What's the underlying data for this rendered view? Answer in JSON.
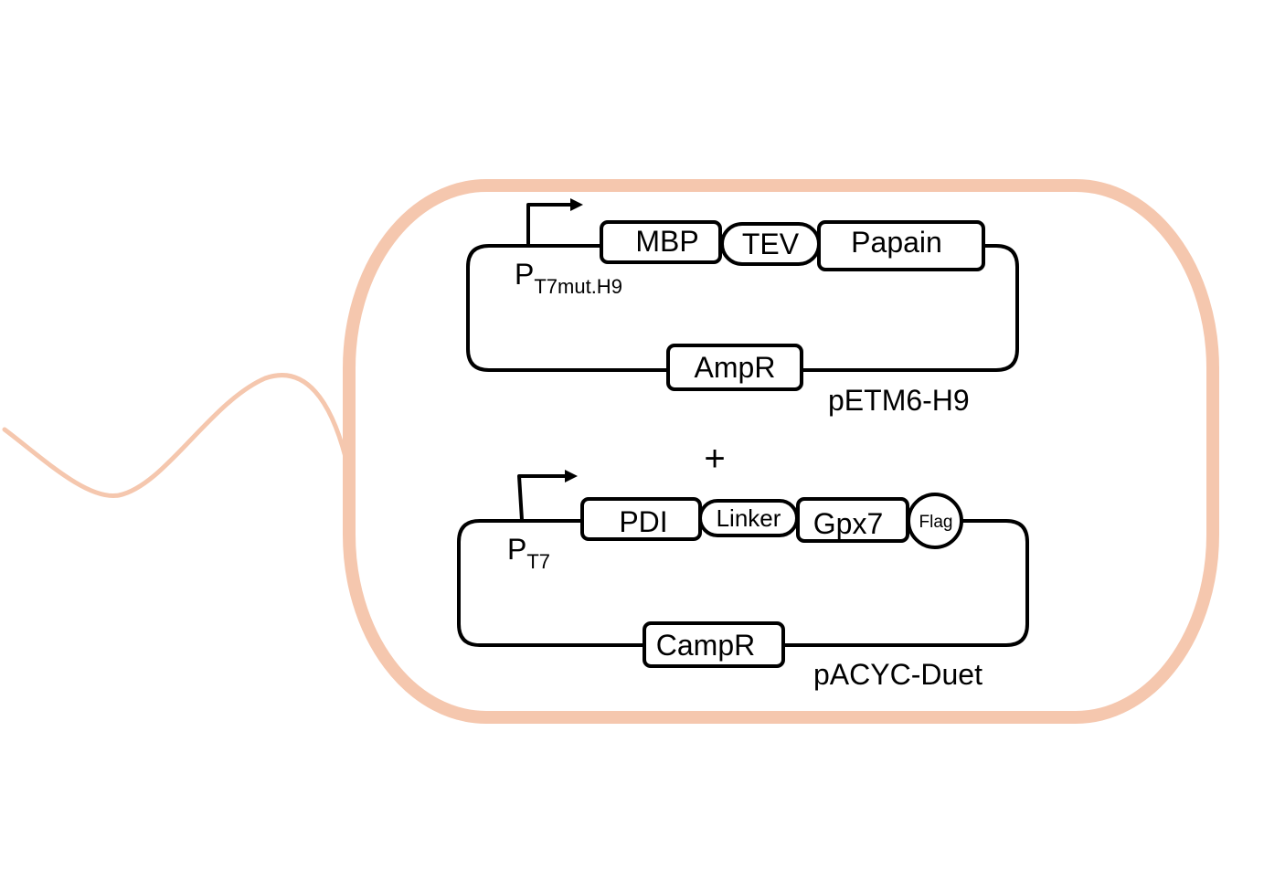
{
  "colors": {
    "cell_outline": "#f5c7ae",
    "ink": "#000000",
    "background": "#ffffff"
  },
  "plasmid1": {
    "promoter_main": "P",
    "promoter_sub": "T7mut.H9",
    "genes": [
      "MBP",
      "TEV",
      "Papain"
    ],
    "marker": "AmpR",
    "name": "pETM6-H9"
  },
  "plus": "+",
  "plasmid2": {
    "promoter_main": "P",
    "promoter_sub": "T7",
    "genes": [
      "PDI",
      "Linker",
      "Gpx7",
      "Flag"
    ],
    "marker": "CampR",
    "name": "pACYC-Duet"
  }
}
